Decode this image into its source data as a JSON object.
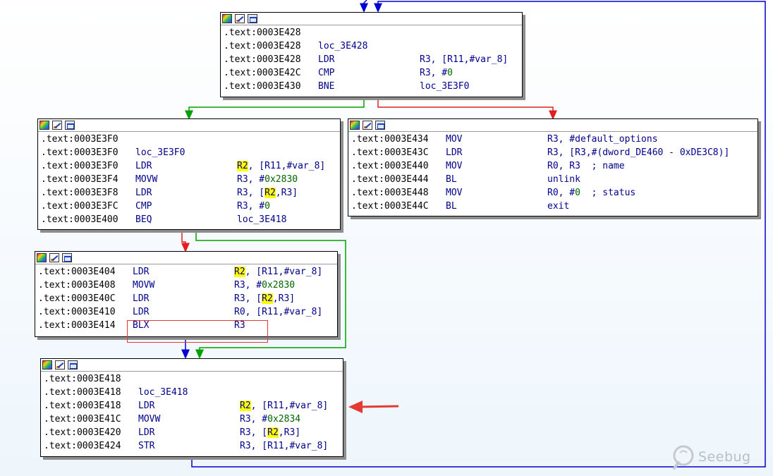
{
  "node_top": {
    "rows": [
      {
        "addr": ".text:0003E428",
        "label": "",
        "mn": "",
        "op": []
      },
      {
        "addr": ".text:0003E428",
        "label": "loc_3E428",
        "mn": "",
        "op": []
      },
      {
        "addr": ".text:0003E428",
        "label": "",
        "mn": "LDR",
        "op": [
          {
            "t": "R3, [R11,#var_8]",
            "k": "reg"
          }
        ]
      },
      {
        "addr": ".text:0003E42C",
        "label": "",
        "mn": "CMP",
        "op": [
          {
            "t": "R3, #",
            "k": "reg"
          },
          {
            "t": "0",
            "k": "num"
          }
        ]
      },
      {
        "addr": ".text:0003E430",
        "label": "",
        "mn": "BNE",
        "op": [
          {
            "t": "loc_3E3F0",
            "k": "reg"
          }
        ]
      }
    ]
  },
  "node_left1": {
    "rows": [
      {
        "addr": ".text:0003E3F0",
        "label": "",
        "mn": "",
        "op": []
      },
      {
        "addr": ".text:0003E3F0",
        "label": "loc_3E3F0",
        "mn": "",
        "op": []
      },
      {
        "addr": ".text:0003E3F0",
        "label": "",
        "mn": "LDR",
        "op": [
          {
            "t": "R2",
            "k": "hl"
          },
          {
            "t": ", [R11,#var_8]",
            "k": "reg"
          }
        ]
      },
      {
        "addr": ".text:0003E3F4",
        "label": "",
        "mn": "MOVW",
        "op": [
          {
            "t": "R3, #",
            "k": "reg"
          },
          {
            "t": "0x2830",
            "k": "num"
          }
        ]
      },
      {
        "addr": ".text:0003E3F8",
        "label": "",
        "mn": "LDR",
        "op": [
          {
            "t": "R3, [",
            "k": "reg"
          },
          {
            "t": "R2",
            "k": "hl"
          },
          {
            "t": ",R3]",
            "k": "reg"
          }
        ]
      },
      {
        "addr": ".text:0003E3FC",
        "label": "",
        "mn": "CMP",
        "op": [
          {
            "t": "R3, #",
            "k": "reg"
          },
          {
            "t": "0",
            "k": "num"
          }
        ]
      },
      {
        "addr": ".text:0003E400",
        "label": "",
        "mn": "BEQ",
        "op": [
          {
            "t": "loc_3E418",
            "k": "reg"
          }
        ]
      }
    ]
  },
  "node_right": {
    "rows": [
      {
        "addr": ".text:0003E434",
        "label": "",
        "mn": "MOV",
        "op": [
          {
            "t": "R3, #default_options",
            "k": "reg"
          }
        ]
      },
      {
        "addr": ".text:0003E43C",
        "label": "",
        "mn": "LDR",
        "op": [
          {
            "t": "R3, [R3,#(dword_DE460 - 0xDE3C8)]",
            "k": "reg"
          }
        ]
      },
      {
        "addr": ".text:0003E440",
        "label": "",
        "mn": "MOV",
        "op": [
          {
            "t": "R0, R3  ; name",
            "k": "reg"
          }
        ]
      },
      {
        "addr": ".text:0003E444",
        "label": "",
        "mn": "BL",
        "op": [
          {
            "t": "unlink",
            "k": "reg"
          }
        ]
      },
      {
        "addr": ".text:0003E448",
        "label": "",
        "mn": "MOV",
        "op": [
          {
            "t": "R0, #",
            "k": "reg"
          },
          {
            "t": "0",
            "k": "num"
          },
          {
            "t": "  ; status",
            "k": "reg"
          }
        ]
      },
      {
        "addr": ".text:0003E44C",
        "label": "",
        "mn": "BL",
        "op": [
          {
            "t": "exit",
            "k": "reg"
          }
        ]
      }
    ]
  },
  "node_left2": {
    "rows": [
      {
        "addr": ".text:0003E404",
        "label": "",
        "mn": "LDR",
        "op": [
          {
            "t": "R2",
            "k": "hl"
          },
          {
            "t": ", [R11,#var_8]",
            "k": "reg"
          }
        ]
      },
      {
        "addr": ".text:0003E408",
        "label": "",
        "mn": "MOVW",
        "op": [
          {
            "t": "R3, #",
            "k": "reg"
          },
          {
            "t": "0x2830",
            "k": "num"
          }
        ]
      },
      {
        "addr": ".text:0003E40C",
        "label": "",
        "mn": "LDR",
        "op": [
          {
            "t": "R3, [",
            "k": "reg"
          },
          {
            "t": "R2",
            "k": "hl"
          },
          {
            "t": ",R3]",
            "k": "reg"
          }
        ]
      },
      {
        "addr": ".text:0003E410",
        "label": "",
        "mn": "LDR",
        "op": [
          {
            "t": "R0, [R11,#var_8]",
            "k": "reg"
          }
        ]
      },
      {
        "addr": ".text:0003E414",
        "label": "",
        "mn": "BLX",
        "op": [
          {
            "t": "R3",
            "k": "reg"
          }
        ]
      }
    ]
  },
  "node_bottom": {
    "rows": [
      {
        "addr": ".text:0003E418",
        "label": "",
        "mn": "",
        "op": []
      },
      {
        "addr": ".text:0003E418",
        "label": "loc_3E418",
        "mn": "",
        "op": []
      },
      {
        "addr": ".text:0003E418",
        "label": "",
        "mn": "LDR",
        "op": [
          {
            "t": "R2",
            "k": "hl"
          },
          {
            "t": ", [R11,#var_8]",
            "k": "reg"
          }
        ]
      },
      {
        "addr": ".text:0003E41C",
        "label": "",
        "mn": "MOVW",
        "op": [
          {
            "t": "R3, #",
            "k": "reg"
          },
          {
            "t": "0x2834",
            "k": "num"
          }
        ]
      },
      {
        "addr": ".text:0003E420",
        "label": "",
        "mn": "LDR",
        "op": [
          {
            "t": "R3, [",
            "k": "reg"
          },
          {
            "t": "R2",
            "k": "hl"
          },
          {
            "t": ",R3]",
            "k": "reg"
          }
        ]
      },
      {
        "addr": ".text:0003E424",
        "label": "",
        "mn": "STR",
        "op": [
          {
            "t": "R3, [R11,#var_8]",
            "k": "reg"
          }
        ]
      }
    ]
  },
  "colors": {
    "edge_true": "#00a000",
    "edge_false": "#e02020",
    "edge_uncond": "#0000d0",
    "highlight": "#ffff00",
    "annotation": "#e53935"
  },
  "toolbar_icons": [
    "palette-icon",
    "edit-pencil-icon",
    "graph-window-icon"
  ],
  "watermark": {
    "text": "Seebug",
    "icon": "seebug-logo-icon"
  }
}
